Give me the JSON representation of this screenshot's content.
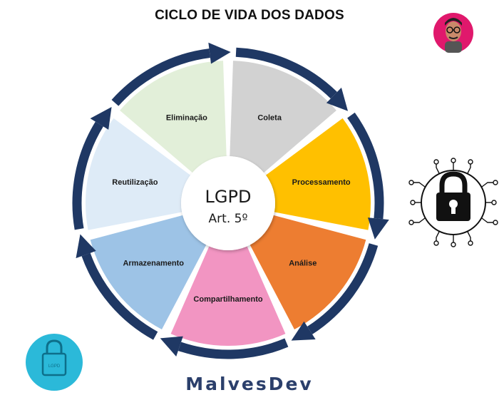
{
  "title": "CICLO DE VIDA DOS DADOS",
  "center": {
    "title": "LGPD",
    "subtitle": "Art. 5º"
  },
  "segments": [
    {
      "label": "Coleta",
      "color": "#d2d2d2"
    },
    {
      "label": "Processamento",
      "color": "#ffc000"
    },
    {
      "label": "Análise",
      "color": "#ed7d31"
    },
    {
      "label": "Compartilhamento",
      "color": "#f295c2"
    },
    {
      "label": "Armazenamento",
      "color": "#9dc3e6"
    },
    {
      "label": "Reutilização",
      "color": "#deebf7"
    },
    {
      "label": "Eliminação",
      "color": "#e2efd9"
    }
  ],
  "arrow_color": "#1f3864",
  "badge": {
    "label": "LGPD",
    "color": "#2bb9d9"
  },
  "brand": "MalvesDev",
  "icons": {
    "avatar": "avatar",
    "lock": "digital-lock-icon",
    "badge": "lgpd-padlock-icon"
  }
}
